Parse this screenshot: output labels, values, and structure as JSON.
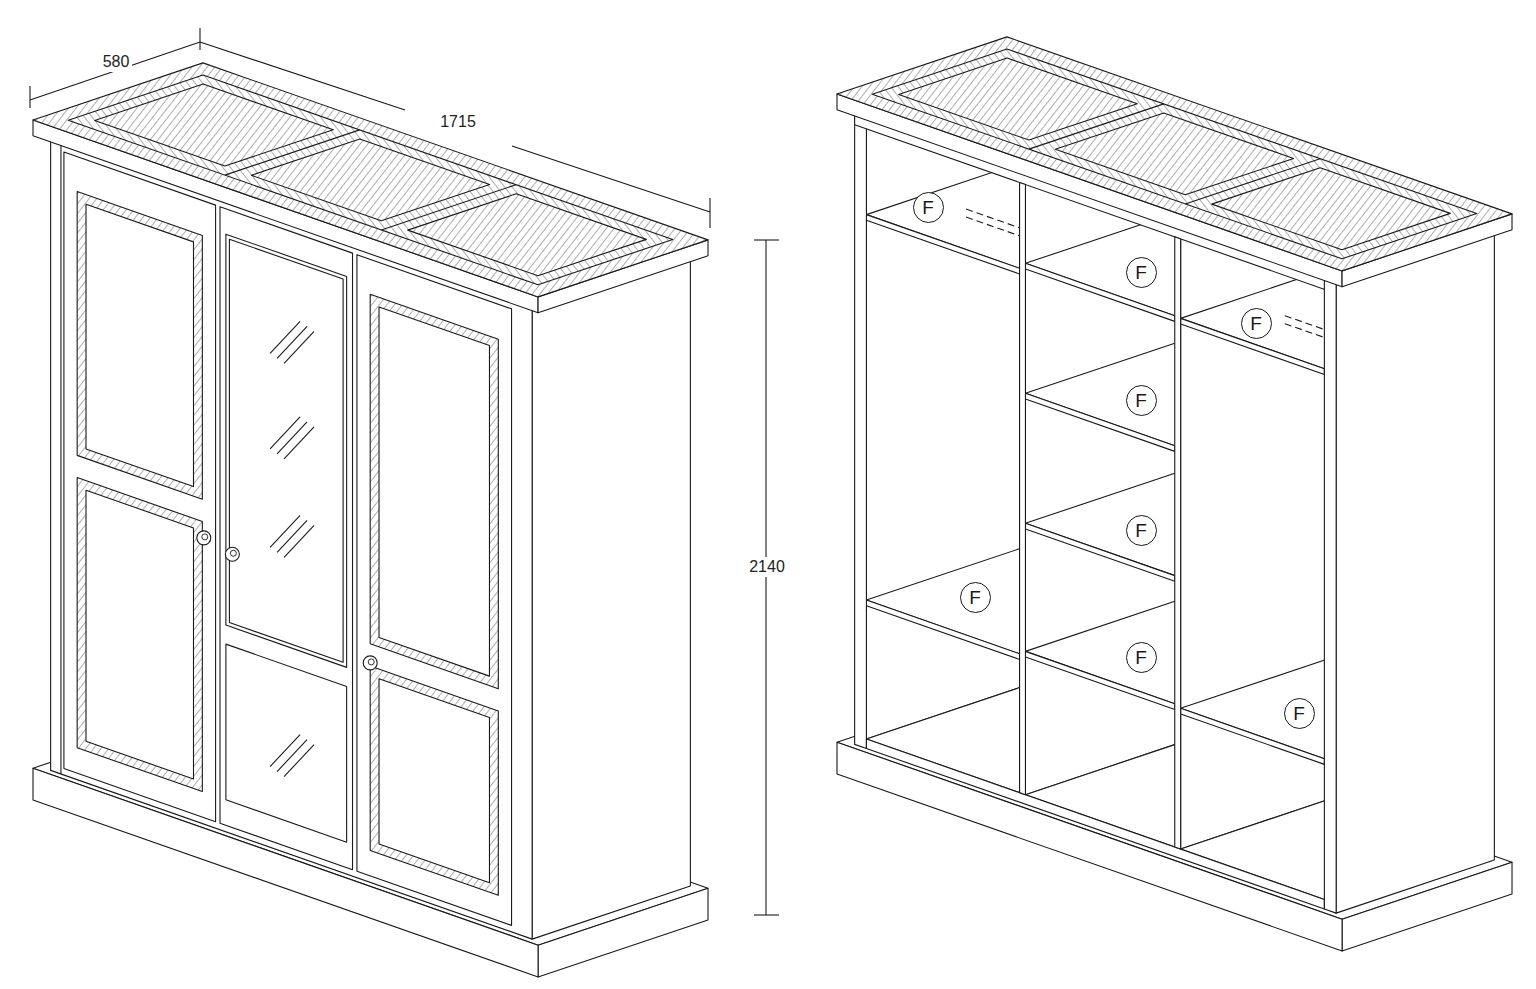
{
  "diagram": {
    "nodes": [
      {
        "text": [
          "F"
        ]
      },
      {
        "text": [
          "F"
        ]
      },
      {
        "text": [
          "F"
        ]
      },
      {
        "text": [
          "F"
        ]
      },
      {
        "text": [
          "F"
        ]
      },
      {
        "text": [
          "F"
        ]
      },
      {
        "text": [
          "F"
        ]
      },
      {
        "text": [
          "F"
        ]
      }
    ],
    "labels": [
      "580",
      "1715",
      "2140"
    ]
  }
}
